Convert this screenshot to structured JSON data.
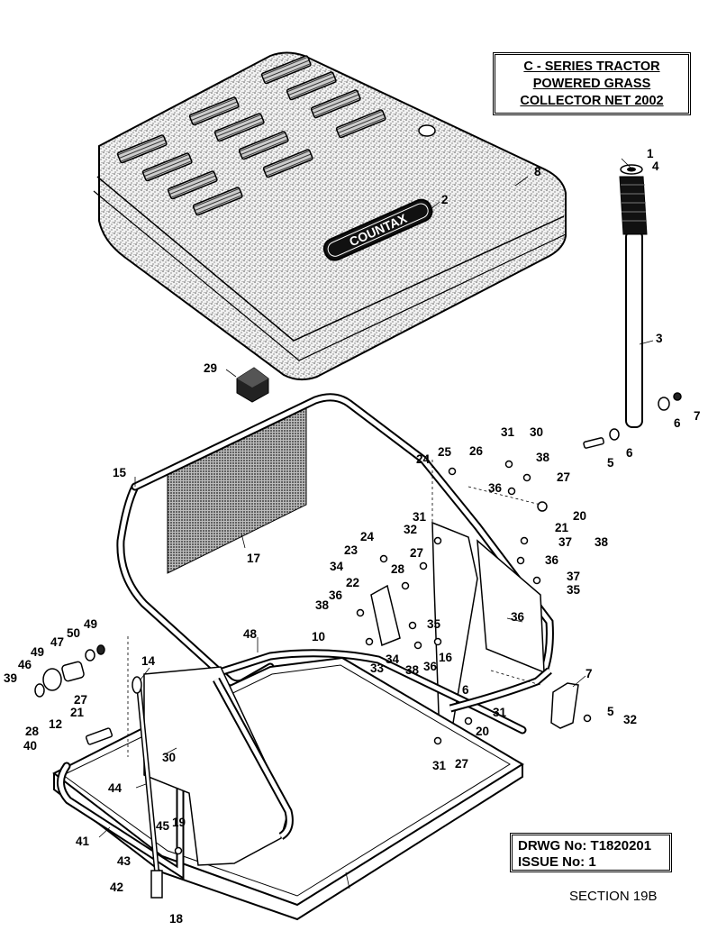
{
  "title_block": {
    "line1": "C - SERIES TRACTOR",
    "line2": "POWERED GRASS",
    "line3": "COLLECTOR NET 2002"
  },
  "drawing_block": {
    "drawing_number": "DRWG No: T1820201",
    "issue": "ISSUE No: 1"
  },
  "section": "SECTION 19B",
  "logo_text": "COUNTAX",
  "part_labels": [
    "1",
    "4",
    "8",
    "2",
    "3",
    "29",
    "7",
    "6",
    "6",
    "5",
    "31",
    "30",
    "25",
    "26",
    "24",
    "38",
    "36",
    "27",
    "20",
    "21",
    "15",
    "17",
    "31",
    "32",
    "24",
    "23",
    "27",
    "28",
    "37",
    "36",
    "37",
    "38",
    "34",
    "22",
    "36",
    "35",
    "38",
    "10",
    "36",
    "34",
    "35",
    "33",
    "38",
    "36",
    "16",
    "48",
    "49",
    "50",
    "47",
    "49",
    "46",
    "39",
    "14",
    "7",
    "6",
    "5",
    "32",
    "31",
    "20",
    "27",
    "21",
    "12",
    "30",
    "31",
    "27",
    "28",
    "40",
    "44",
    "45",
    "19",
    "41",
    "43",
    "42",
    "18"
  ]
}
